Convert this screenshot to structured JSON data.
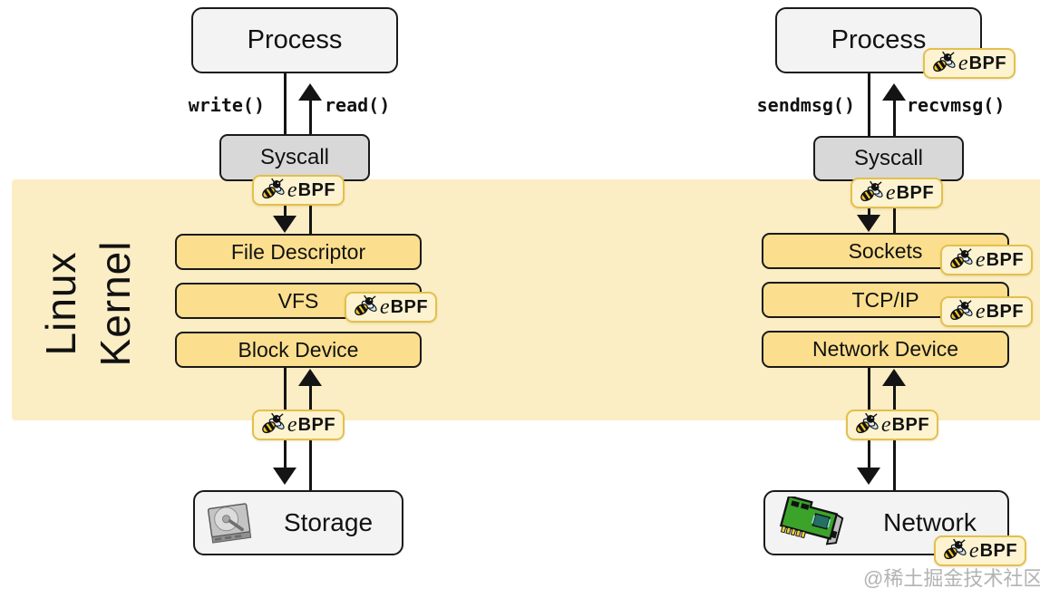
{
  "kernel": {
    "line1": "Linux",
    "line2": "Kernel"
  },
  "left_flow": {
    "process_label": "Process",
    "write_label": "write()",
    "read_label": "read()",
    "syscall_label": "Syscall",
    "layers": [
      "File Descriptor",
      "VFS",
      "Block Device"
    ],
    "endpoint_label": "Storage"
  },
  "right_flow": {
    "process_label": "Process",
    "send_label": "sendmsg()",
    "recv_label": "recvmsg()",
    "syscall_label": "Syscall",
    "layers": [
      "Sockets",
      "TCP/IP",
      "Network Device"
    ],
    "endpoint_label": "Network"
  },
  "ebpf_badge": {
    "e": "e",
    "bpf": "BPF"
  },
  "watermark": "@稀土掘金技术社区",
  "colors": {
    "kernel_band": "#FBEDC4",
    "kernel_layer_box": "#FBDF8E",
    "process_box": "#F3F3F3",
    "syscall_box": "#D8D8D8",
    "badge_background": "#FDF3D1",
    "badge_border": "#E3C04C",
    "arrow": "#141414",
    "watermark_text": "#B3B3B3",
    "bee_yellow": "#F4C62C",
    "bee_wing_blue": "#CDE6F4",
    "nic_green": "#3BA32A"
  }
}
